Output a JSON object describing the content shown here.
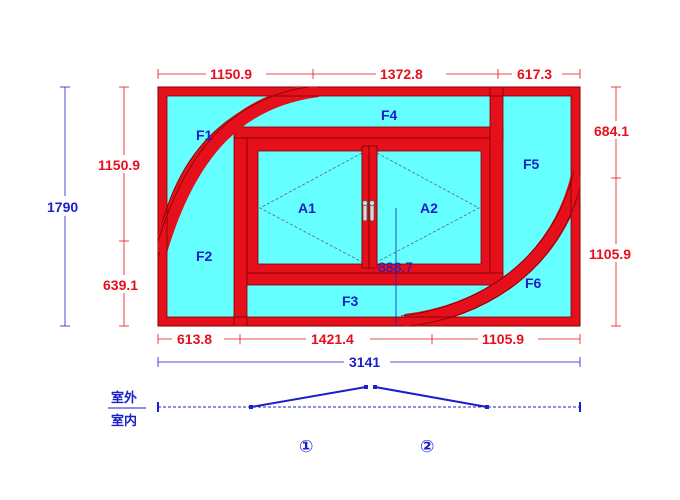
{
  "top_dimensions": [
    "1150.9",
    "1372.8",
    "617.3"
  ],
  "bottom_dimensions": [
    "613.8",
    "1421.4",
    "1105.9"
  ],
  "overall_width": "3141",
  "overall_height": "1790",
  "left_dimensions": [
    "1150.9",
    "639.1"
  ],
  "right_dimensions": [
    "684.1",
    "1105.9"
  ],
  "inner_height": "888.7",
  "panes": {
    "f1": "F1",
    "f2": "F2",
    "f3": "F3",
    "f4": "F4",
    "f5": "F5",
    "f6": "F6",
    "a1": "A1",
    "a2": "A2"
  },
  "legend": {
    "outside": "室外",
    "inside": "室内",
    "sash1": "①",
    "sash2": "②"
  },
  "colors": {
    "frame": "#e5101c",
    "glass": "#66ffff",
    "red_dim": "#e5101c",
    "blue_dim": "#1a1fc9"
  }
}
